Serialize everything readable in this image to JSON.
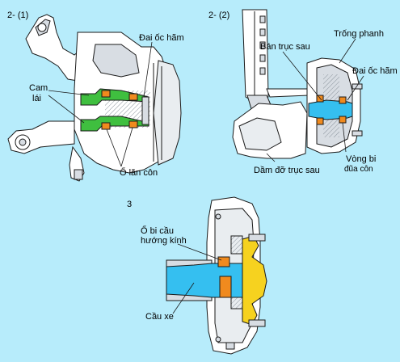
{
  "panels": [
    {
      "id": "2-1",
      "number": "2- (1)"
    },
    {
      "id": "2-2",
      "number": "2- (2)"
    },
    {
      "id": "3",
      "number": "3"
    }
  ],
  "labels": {
    "p21_nut": "Đai ốc hãm",
    "p21_cam": "Cam",
    "p21_lai": "lái",
    "p21_bearing": "Ổ lăn côn",
    "p22_drum": "Trống phanh",
    "p22_axle": "Bán trục sau",
    "p22_nut": "Đai ốc hãm",
    "p22_beam": "Dầm đỡ trục sau",
    "p22_ring1": "Vòng bi",
    "p22_ring2": "đũa côn",
    "p3_ball1": "Ổ bi cầu",
    "p3_ball2": "hướng kính",
    "p3_axle": "Cầu xe"
  },
  "colors": {
    "background": "#b7ecfb",
    "drawing_fill": "#ffffff",
    "drawing_shade": "#d8dde3",
    "line": "#1a1a1a",
    "knuckle_green": "#3fbf3f",
    "axle_blue": "#35bff0",
    "bearing_orange": "#f08a1e",
    "hub_yellow": "#f6d21f"
  }
}
